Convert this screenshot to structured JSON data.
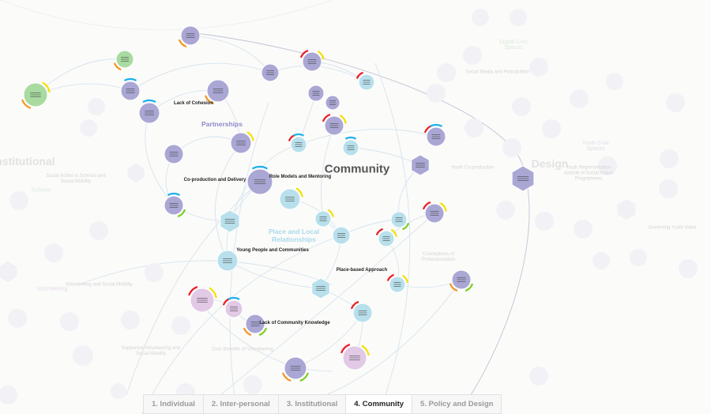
{
  "layers": {
    "active": "Community",
    "faded": [
      "Institutional",
      "Design"
    ]
  },
  "groups": {
    "partnerships": "Partnerships",
    "place": "Place and Local Relationships",
    "schools": "Schools",
    "volunteering": "Volunteering",
    "digital": "Digital Civic Spaces",
    "youth_civic": "Youth Civic Spaces"
  },
  "themes": [
    "Lack of Cohesion",
    "Co-production and Delivery",
    "Role Models and Mentoring",
    "Young People and Communities",
    "Place-based Approach",
    "Lack of Community Knowledge"
  ],
  "faded_themes": [
    "Social Action in Schools and Social Mobility",
    "Volunteering and Social Mobility",
    "Supported Volunteering and Social Mobility",
    "Civic Benefits of Volunteering",
    "Social Media and Participation",
    "Youth Co-production",
    "Youth Representation outside of Social Action Programmes",
    "Governing Youth Voice",
    "Conceptions of Professionalism"
  ],
  "colors": {
    "purple": "#aaa7d5",
    "blue": "#b8e0ec",
    "pink": "#e2c9e6",
    "green": "#a9dba1",
    "arc_red": "#ee1c25",
    "arc_yellow": "#f5e000",
    "arc_blue": "#1cb0ec",
    "arc_orange": "#f7931e",
    "arc_green": "#7ccf1e"
  },
  "tabs": [
    {
      "label": "1. Individual",
      "active": false
    },
    {
      "label": "2. Inter-personal",
      "active": false
    },
    {
      "label": "3. Institutional",
      "active": false
    },
    {
      "label": "4. Community",
      "active": true
    },
    {
      "label": "5. Policy and Design",
      "active": false
    }
  ]
}
